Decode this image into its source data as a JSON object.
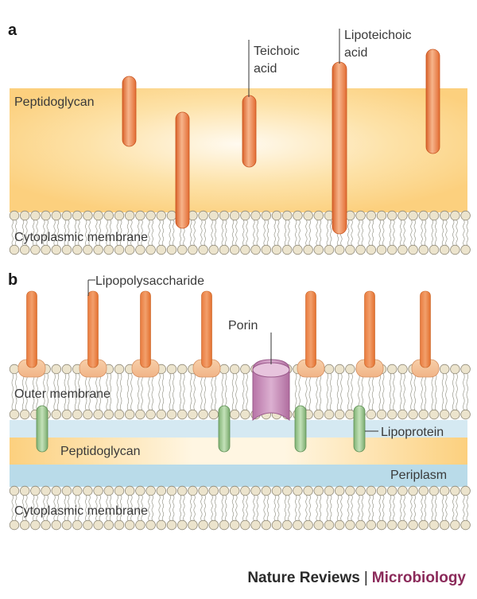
{
  "panels": [
    {
      "letter": "a",
      "labels": {
        "peptidoglycan": "Peptidoglycan",
        "cytoplasmic_membrane": "Cytoplasmic membrane",
        "teichoic_acid": [
          "Teichoic",
          "acid"
        ],
        "lipoteichoic_acid": [
          "Lipoteichoic",
          "acid"
        ]
      }
    },
    {
      "letter": "b",
      "labels": {
        "lipopolysaccharide": "Lipopolysaccharide",
        "porin": "Porin",
        "outer_membrane": "Outer membrane",
        "lipoprotein": "Lipoprotein",
        "peptidoglycan": "Peptidoglycan",
        "periplasm": "Periplasm",
        "cytoplasmic_membrane": "Cytoplasmic membrane"
      }
    }
  ],
  "footer": {
    "publisher": "Nature Reviews",
    "separator": "|",
    "journal": "Microbiology"
  },
  "colors": {
    "peptidoglycan_center": "#fef6e6",
    "peptidoglycan_edge": "#fcd487",
    "lipid_head": "#ece4cd",
    "rod_orange": "#e8763a",
    "rod_light": "#f6b28a",
    "lipoprotein_green": "#a6cf9a",
    "porin_pink": "#c889b8",
    "periplasm_blue": "#b9dbe9",
    "journal": "#8b2a5a"
  }
}
